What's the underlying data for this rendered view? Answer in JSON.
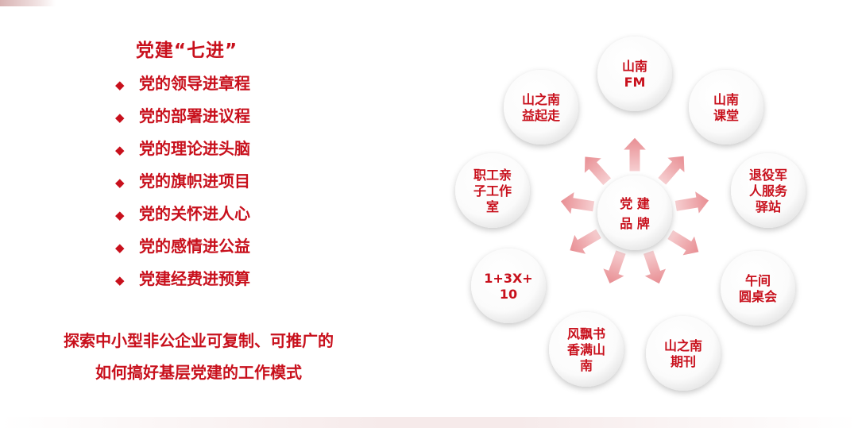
{
  "title": "党建“七进”",
  "items": [
    "党的领导进章程",
    "党的部署进议程",
    "党的理论进头脑",
    "党的旗帜进项目",
    "党的关怀进人心",
    "党的感情进公益",
    "党建经费进预算"
  ],
  "bullet": "◆",
  "tagline": [
    "探索中小型非公企业可复制、可推广的",
    "如何搞好基层党建的工作模式"
  ],
  "center": [
    "党 建",
    "品 牌"
  ],
  "nodes": [
    {
      "lines": [
        "山南",
        "FM"
      ]
    },
    {
      "lines": [
        "山南",
        "课堂"
      ]
    },
    {
      "lines": [
        "退役军",
        "人服务",
        "驿站"
      ]
    },
    {
      "lines": [
        "午间",
        "圆桌会"
      ]
    },
    {
      "lines": [
        "山之南",
        "期刊"
      ]
    },
    {
      "lines": [
        "风飘书",
        "香满山",
        "南"
      ]
    },
    {
      "lines": [
        "1+3X+",
        "10"
      ]
    },
    {
      "lines": [
        "职工亲",
        "子工作",
        "室"
      ]
    },
    {
      "lines": [
        "山之南",
        "益起走"
      ]
    }
  ],
  "colors": {
    "accent": "#c8101c",
    "arrow": "#ec9ea2"
  }
}
